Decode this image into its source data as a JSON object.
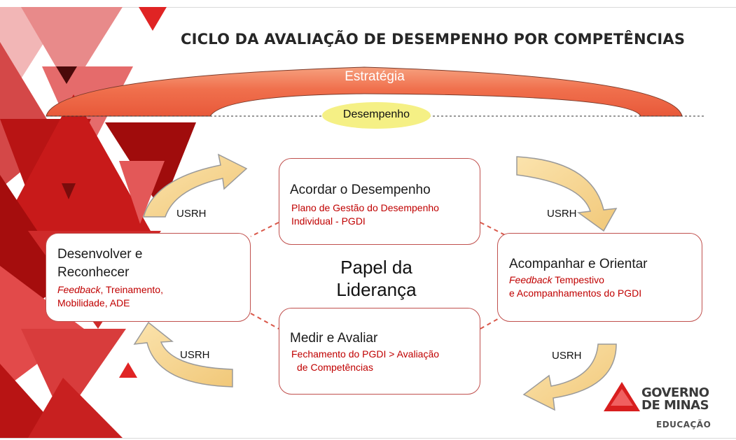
{
  "title": "CICLO DA AVALIAÇÃO DE DESEMPENHO POR COMPETÊNCIAS",
  "arc": {
    "label": "Estratégia"
  },
  "ellipse": {
    "label": "Desempenho"
  },
  "center": {
    "line1": "Papel da",
    "line2": "Liderança"
  },
  "boxes": {
    "top": {
      "title": "Acordar o Desempenho",
      "sub1": "Plano de Gestão do Desempenho",
      "sub2": "Individual - PGDI"
    },
    "left": {
      "title1": "Desenvolver e",
      "title2": "Reconhecer",
      "sub1_italic": "Feedback",
      "sub1_rest": ", Treinamento,",
      "sub2": "Mobilidade, ADE"
    },
    "right": {
      "title": "Acompanhar e Orientar",
      "sub1_italic": "Feedback",
      "sub1_rest": " Tempestivo",
      "sub2": "e Acompanhamentos do PGDI"
    },
    "bottom": {
      "title": "Medir e Avaliar",
      "sub1": "Fechamento do PGDI > Avaliação",
      "sub2": "de Competências"
    }
  },
  "arrows": {
    "top_left": "USRH",
    "top_right": "USRH",
    "bottom_left": "USRH",
    "bottom_right": "USRH"
  },
  "logo": {
    "line1": "GOVERNO",
    "line2": "DE MINAS",
    "sub": "EDUCAÇÃO"
  },
  "colors": {
    "accent_red": "#c00000",
    "arc_orange": "#f07050",
    "ellipse_yellow": "#f5f085",
    "arrow_fill": "#f8d890"
  }
}
